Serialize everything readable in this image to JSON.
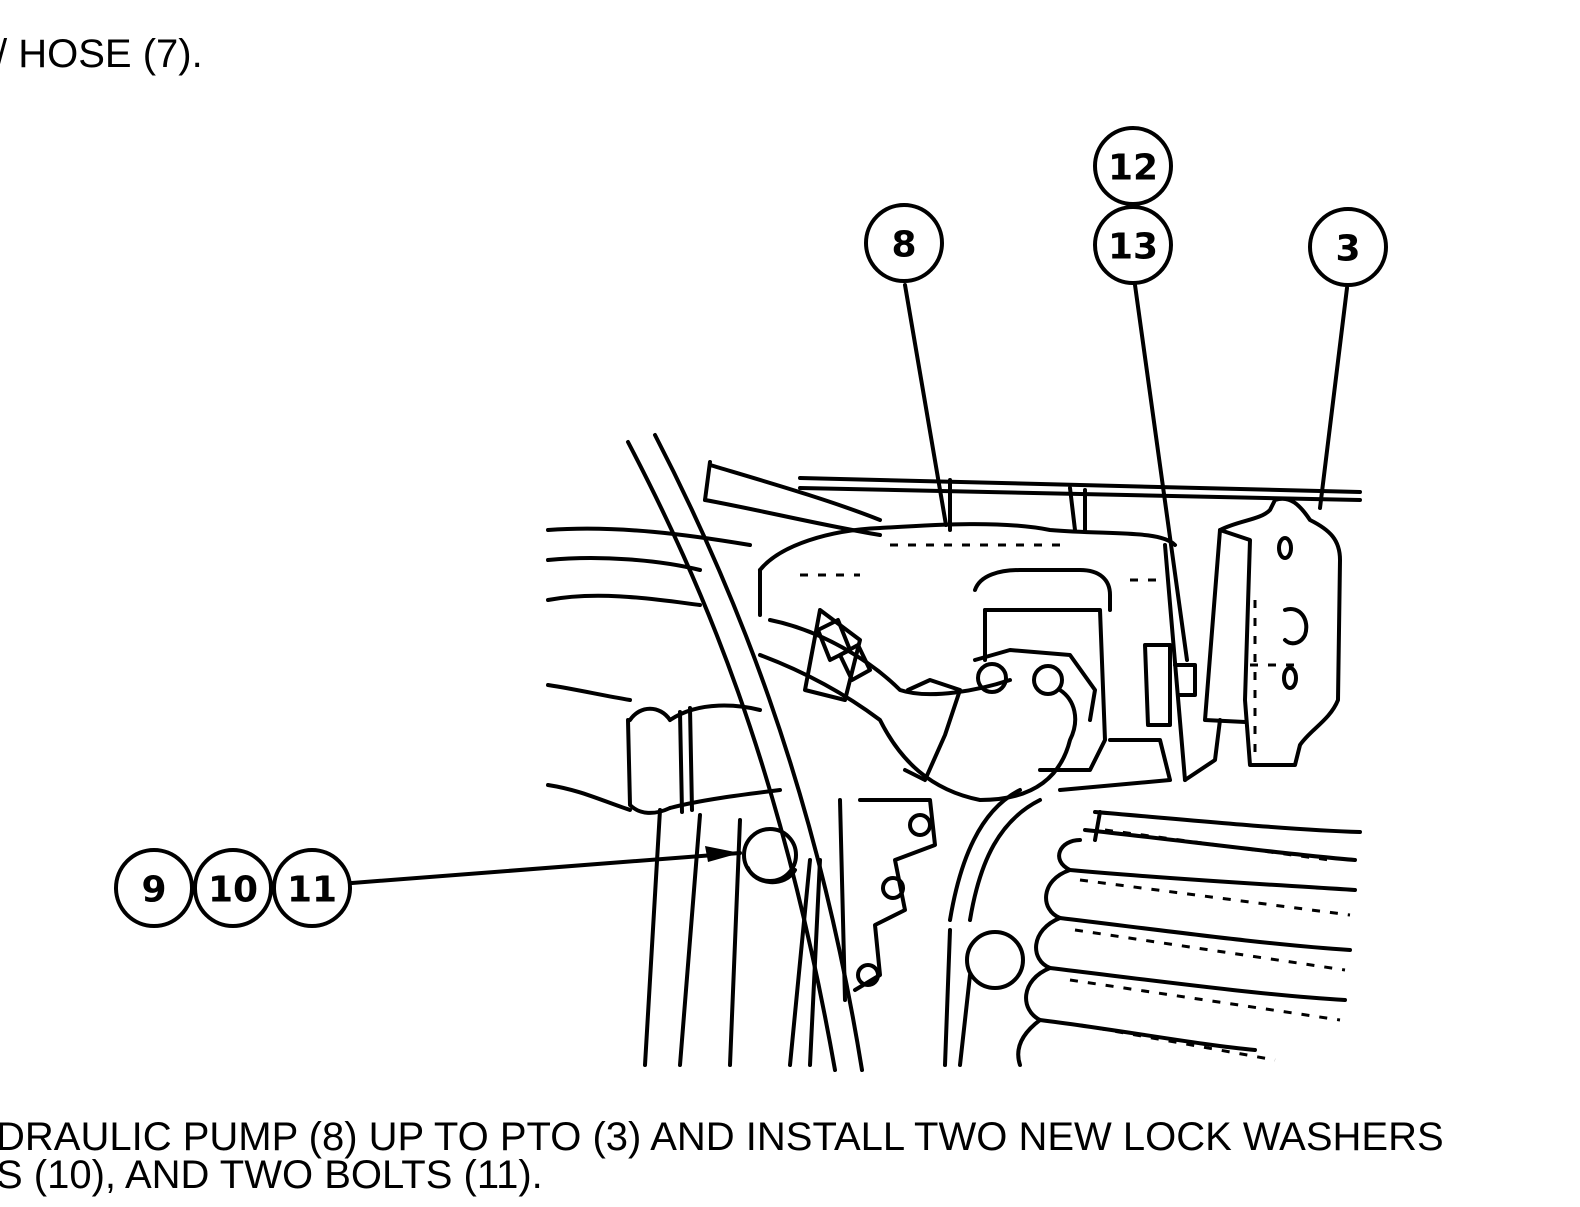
{
  "text": {
    "top_line": "HOSE (7).",
    "bottom_line_1": "DRAULIC PUMP (8) UP TO PTO (3) AND INSTALL TWO NEW LOCK WASHERS",
    "bottom_line_2": "S (10), AND TWO BOLTS (11)."
  },
  "callouts": {
    "c8": "8",
    "c12": "12",
    "c13": "13",
    "c3": "3",
    "c9": "9",
    "c10": "10",
    "c11": "11"
  }
}
